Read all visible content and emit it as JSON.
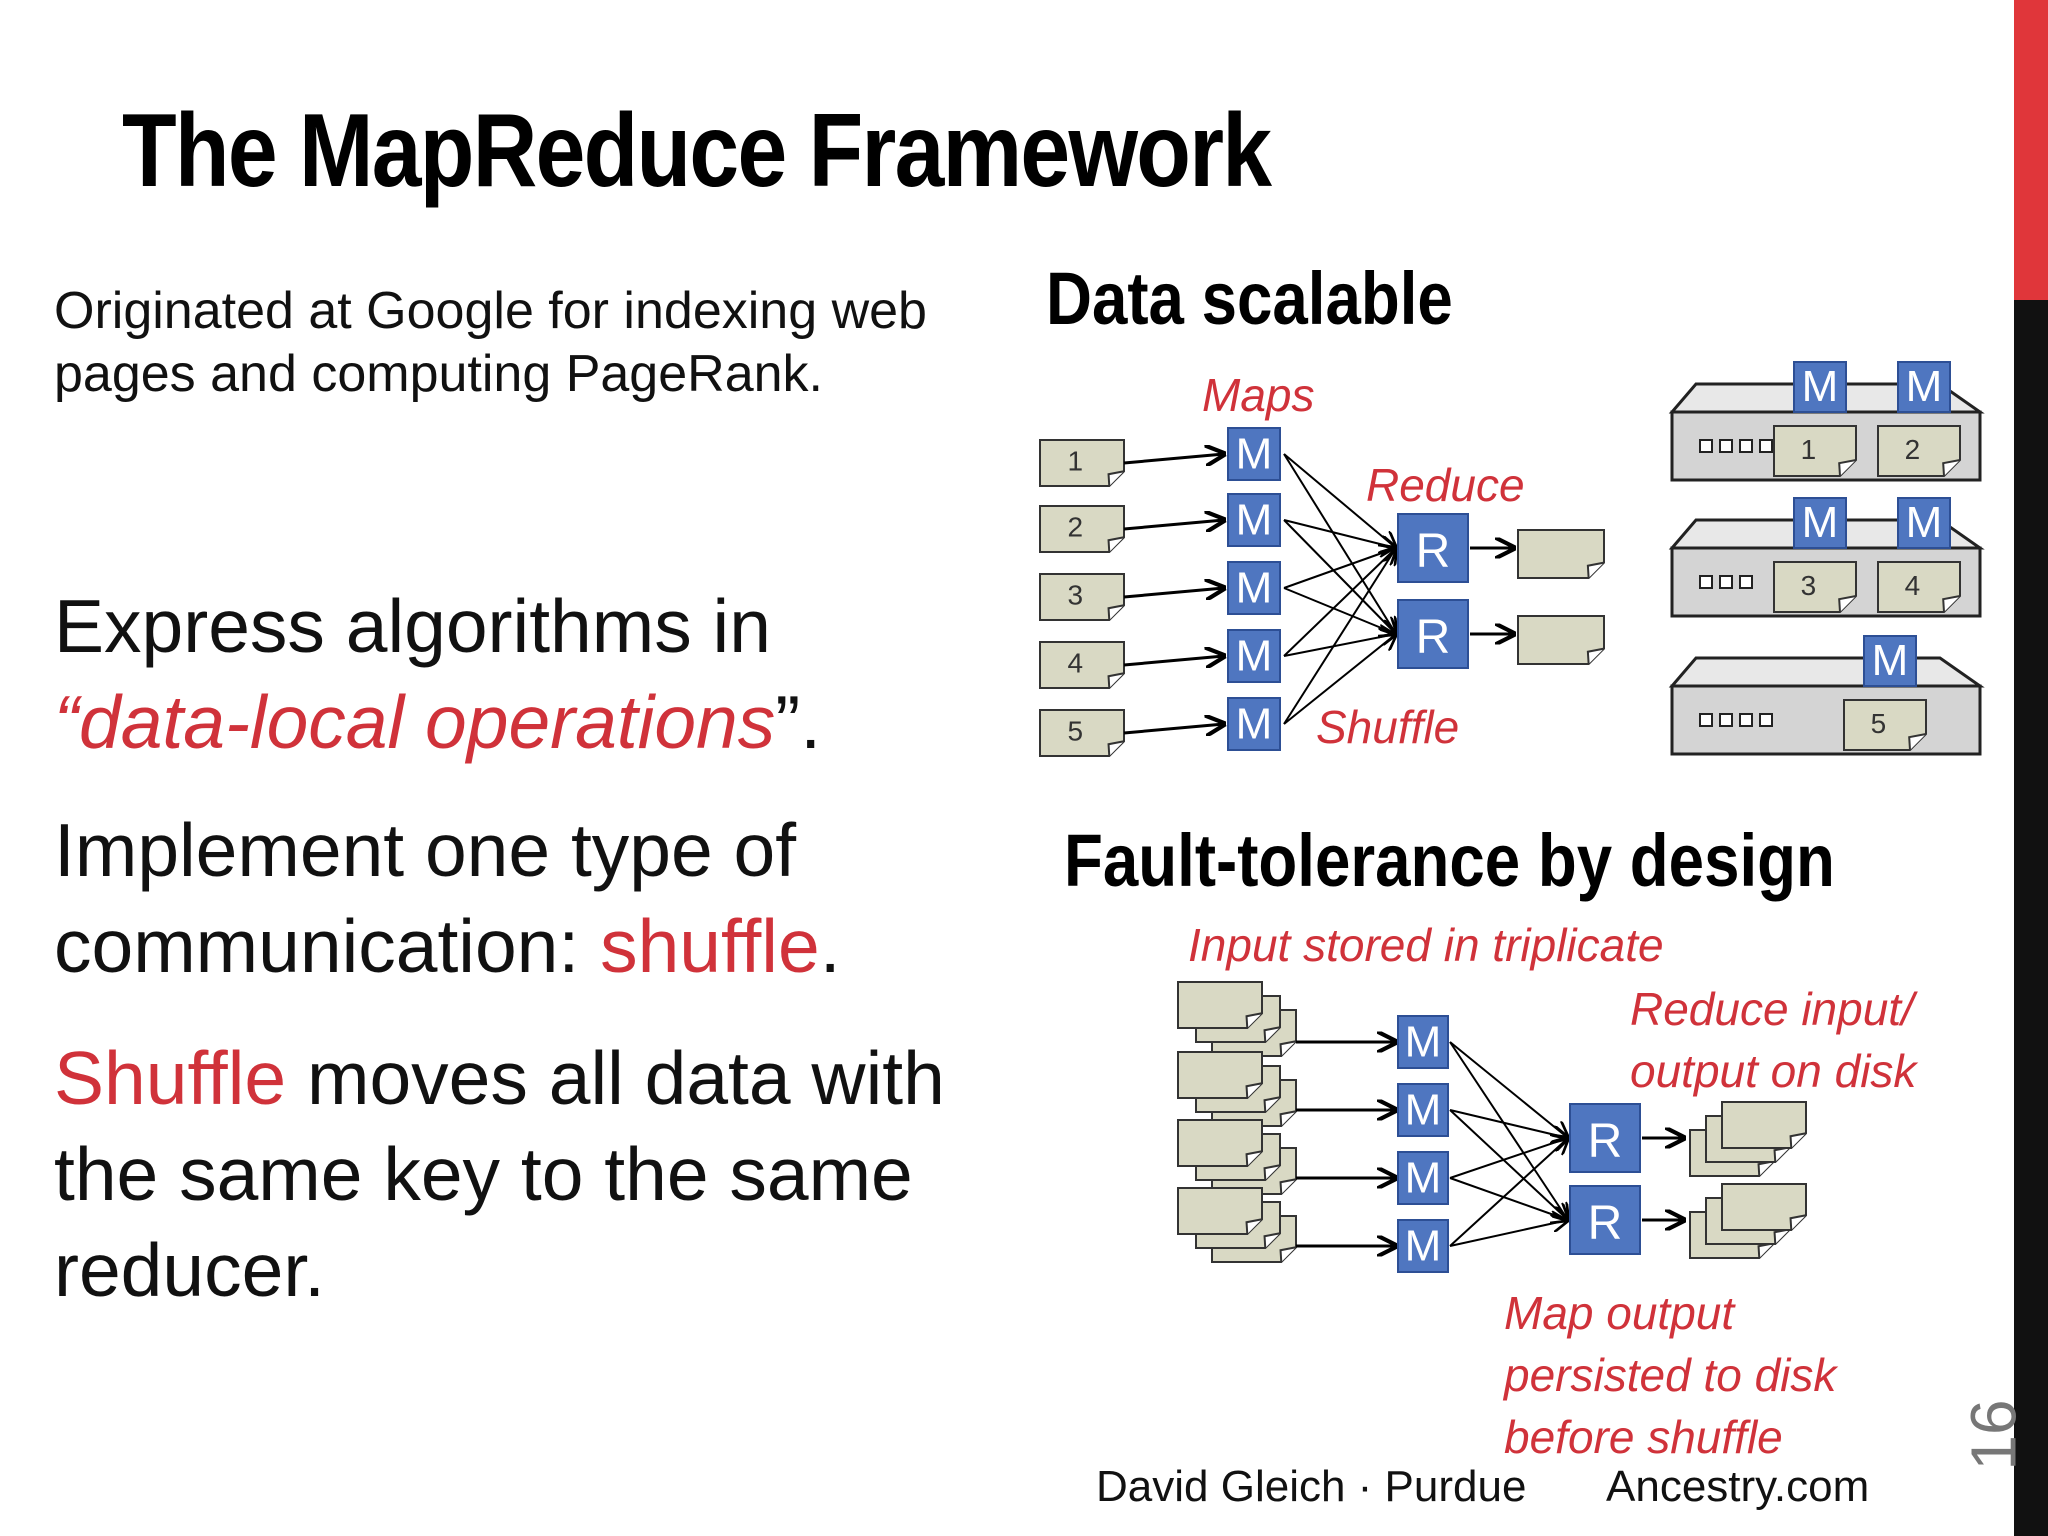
{
  "slide": {
    "title": "The MapReduce Framework",
    "intro": "Originated at Google for indexing web pages and computing PageRank.",
    "point1_a": "Express algorithms in",
    "point1_open_quote": "“",
    "point1_em": "data-local operations",
    "point1_close": "”.",
    "point2_a": "Implement one type of communication: ",
    "point2_em": "shuffle",
    "point2_end": ".",
    "point3_em": "Shuffle",
    "point3_rest": " moves all data with the same key to the same reducer.",
    "section1": "Data scalable",
    "section2": "Fault-tolerance by design",
    "author": "David Gleich · Purdue",
    "source": "Ancestry.com",
    "page_number": "16"
  },
  "diagram1": {
    "maps_label": "Maps",
    "reduce_label": "Reduce",
    "shuffle_label": "Shuffle",
    "inputs": [
      "1",
      "2",
      "3",
      "4",
      "5"
    ],
    "map_letter": "M",
    "reduce_letter": "R",
    "servers": [
      {
        "dots": 4,
        "slots": [
          "1",
          "2"
        ]
      },
      {
        "dots": 3,
        "slots": [
          "3",
          "4"
        ]
      },
      {
        "dots": 4,
        "slots": [
          "5"
        ]
      }
    ]
  },
  "diagram2": {
    "input_label": "Input stored in triplicate",
    "reduce_io_label_1": "Reduce input/",
    "reduce_io_label_2": "output on disk",
    "map_output_label_1": "Map output",
    "map_output_label_2": "persisted to disk",
    "map_output_label_3": "before shuffle",
    "map_letter": "M",
    "reduce_letter": "R"
  },
  "colors": {
    "accent_red": "#d0323a",
    "box_blue": "#4f76c0",
    "paper": "#d9d9c4",
    "server_gray": "#d4d4d4"
  }
}
